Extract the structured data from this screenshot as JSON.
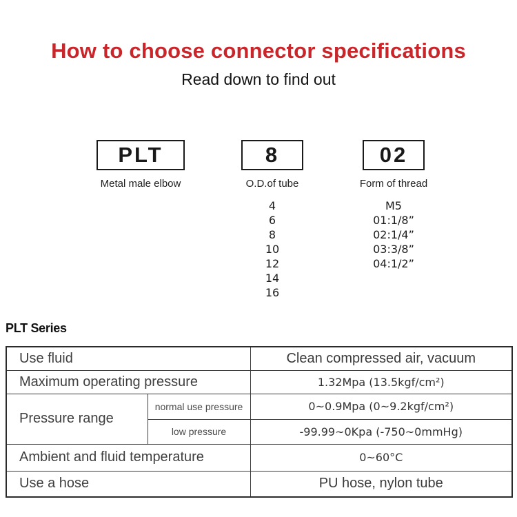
{
  "page": {
    "title": "How to choose connector specifications",
    "subtitle": "Read down to find out"
  },
  "breakdown": {
    "segments": [
      {
        "code": "PLT",
        "label": "Metal male elbow"
      },
      {
        "code": "8",
        "label": "O.D.of tube",
        "options": [
          "4",
          "6",
          "8",
          "10",
          "12",
          "14",
          "16"
        ]
      },
      {
        "code": "02",
        "label": "Form of thread",
        "options": [
          "M5",
          "01:1/8”",
          "02:1/4”",
          "03:3/8”",
          "04:1/2”"
        ]
      }
    ]
  },
  "series": {
    "heading": "PLT Series",
    "table": {
      "use_fluid_label": "Use fluid",
      "use_fluid_value": "Clean compressed air, vacuum",
      "max_pressure_label": "Maximum operating pressure",
      "max_pressure_value": "1.32Mpa (13.5kgf/cm²)",
      "pressure_range_label": "Pressure range",
      "normal_pressure_label": "normal use pressure",
      "normal_pressure_value": "0~0.9Mpa (0~9.2kgf/cm²)",
      "low_pressure_label": "low pressure",
      "low_pressure_value": "-99.99~0Kpa (-750~0mmHg)",
      "ambient_label": "Ambient and fluid temperature",
      "ambient_value": "0~60°C",
      "hose_label": "Use a hose",
      "hose_value": "PU hose, nylon tube"
    }
  },
  "colors": {
    "title_red": "#c9262b",
    "row_beige": "#f3ebdc",
    "border_dark": "#3a3a3a"
  }
}
